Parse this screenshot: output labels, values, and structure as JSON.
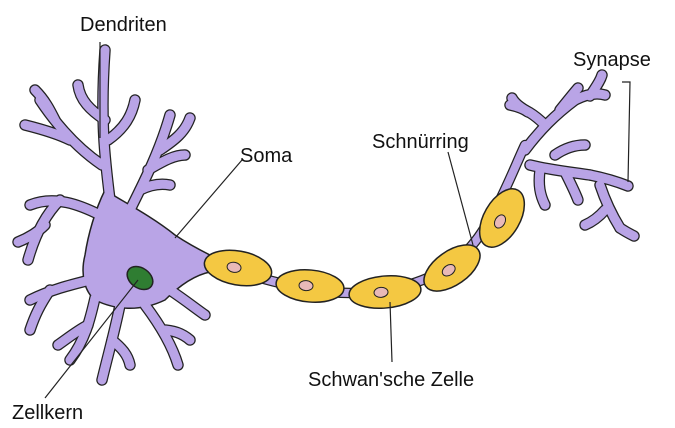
{
  "diagram": {
    "labels": {
      "dendriten": "Dendriten",
      "synapse": "Synapse",
      "schnuerring": "Schnürring",
      "soma": "Soma",
      "zellkern": "Zellkern",
      "schwann": "Schwan'sche Zelle"
    },
    "colors": {
      "cell_body": "#b9a4e6",
      "outline": "#222222",
      "nucleus": "#2f7d32",
      "schwann_cell": "#f4c842",
      "schwann_nucleus": "#e9b9b7",
      "leader_line": "#222222"
    }
  }
}
